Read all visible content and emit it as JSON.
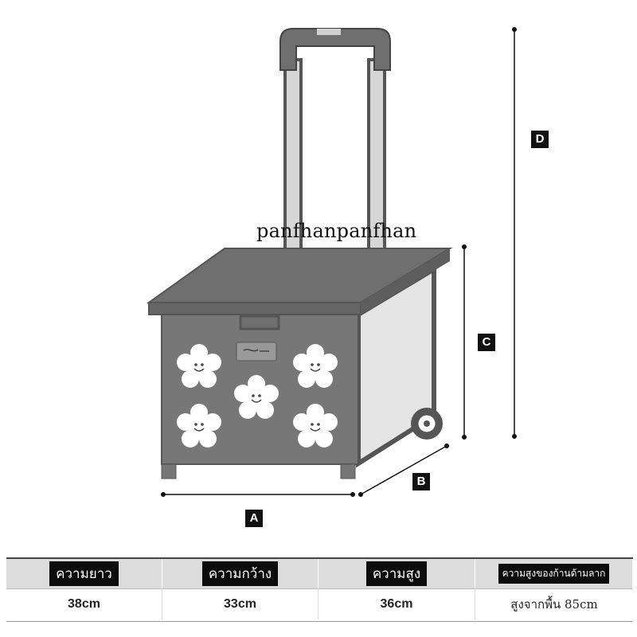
{
  "watermark": "panfhanpanfhan",
  "dimension_labels": {
    "a": "A",
    "b": "B",
    "c": "C",
    "d": "D"
  },
  "table": {
    "headers": [
      "ความยาว",
      "ความกว้าง",
      "ความสูง",
      "ความสูงของก้านด้ามลาก"
    ],
    "values": [
      "38cm",
      "33cm",
      "36cm",
      "สูงจากพื้น 85cm"
    ]
  },
  "colors": {
    "body": "#777777",
    "lid": "#6f6f6f",
    "side_panel": "#e4e4e4",
    "frame": "#555555",
    "flower": "#ffffff",
    "label_bg": "#111111",
    "table_header_bg": "#dcdcdc"
  }
}
